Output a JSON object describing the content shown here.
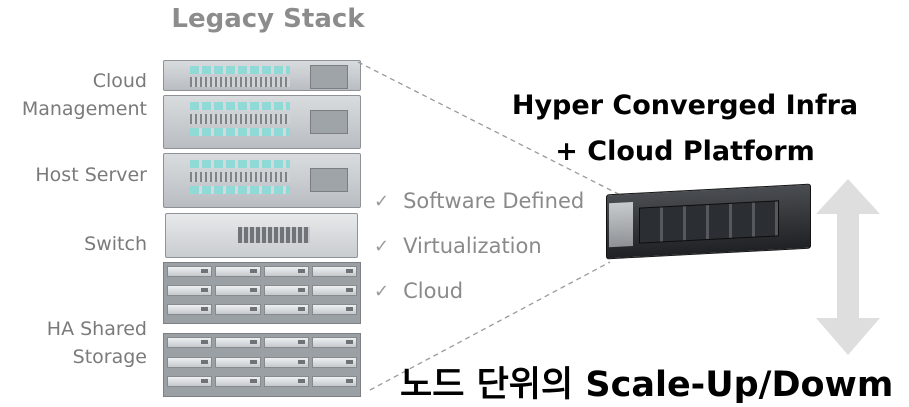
{
  "legacy": {
    "title": "Legacy Stack",
    "layers": {
      "cloud_mgmt": [
        "Cloud",
        "Management"
      ],
      "host_server": "Host Server",
      "switch": "Switch",
      "storage": [
        "HA Shared",
        "Storage"
      ]
    }
  },
  "features": [
    {
      "check": "✓",
      "label": "Software Defined"
    },
    {
      "check": "✓",
      "label": "Virtualization"
    },
    {
      "check": "✓",
      "label": "Cloud"
    }
  ],
  "hci": {
    "title": "Hyper Converged Infra",
    "subtitle": "+ Cloud Platform"
  },
  "scale": {
    "text": "노드 단위의 Scale-Up/Dowm"
  },
  "colors": {
    "label_gray": "#7a7a7a",
    "arrow_gray": "#dedede",
    "drive_accent": "#8fd9d6",
    "dashed_line": "#9a9a9a"
  }
}
